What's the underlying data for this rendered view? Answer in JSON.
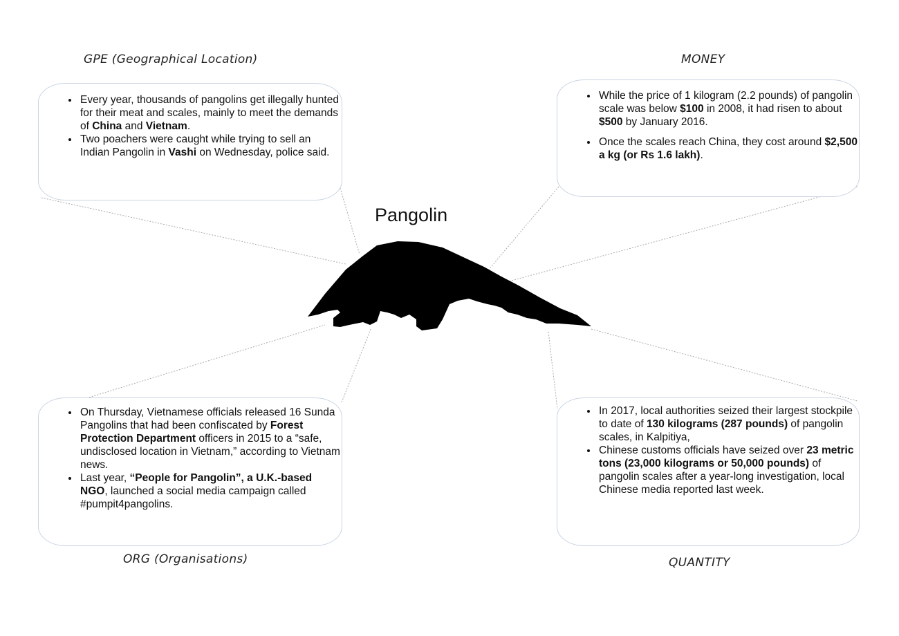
{
  "title": "Pangolin",
  "categories": {
    "gpe": {
      "label": "GPE (Geographical Location)",
      "items": [
        [
          "Every year, thousands of pangolins get illegally hunted for their meat and scales, mainly to meet the demands of ",
          {
            "b": "China"
          },
          " and ",
          {
            "b": "Vietnam"
          },
          "."
        ],
        [
          "Two poachers were caught while trying to sell an Indian Pangolin in ",
          {
            "b": "Vashi"
          },
          " on Wednesday, police said."
        ]
      ]
    },
    "money": {
      "label": "MONEY",
      "items": [
        [
          "While the price of 1 kilogram (2.2 pounds) of pangolin scale was below ",
          {
            "b": "$100"
          },
          " in 2008, it had risen to about ",
          {
            "b": "$500"
          },
          " by January 2016."
        ],
        [
          "Once the scales reach China, they cost around ",
          {
            "b": "$2,500 a kg (or Rs 1.6 lakh)"
          },
          "."
        ]
      ]
    },
    "org": {
      "label": "ORG (Organisations)",
      "items": [
        [
          "On Thursday, Vietnamese officials released 16 Sunda Pangolins that had been confiscated by ",
          {
            "b": "Forest Protection Department"
          },
          " officers in 2015 to a “safe, undisclosed location in Vietnam,” according to Vietnam news."
        ],
        [
          "Last year, ",
          {
            "b": "“People for Pangolin”, a U.K.-based NGO"
          },
          ", launched a social media campaign called #pumpit4pangolins."
        ]
      ]
    },
    "quantity": {
      "label": "QUANTITY",
      "items": [
        [
          "In 2017, local authorities seized their largest stockpile to date of ",
          {
            "b": "130 kilograms (287 pounds)"
          },
          " of pangolin scales, in Kalpitiya,"
        ],
        [
          "Chinese customs officials have seized over ",
          {
            "b": "23 metric tons (23,000 kilograms or 50,000 pounds)"
          },
          " of pangolin scales after a year-long investigation, local Chinese media reported last week."
        ]
      ]
    }
  }
}
